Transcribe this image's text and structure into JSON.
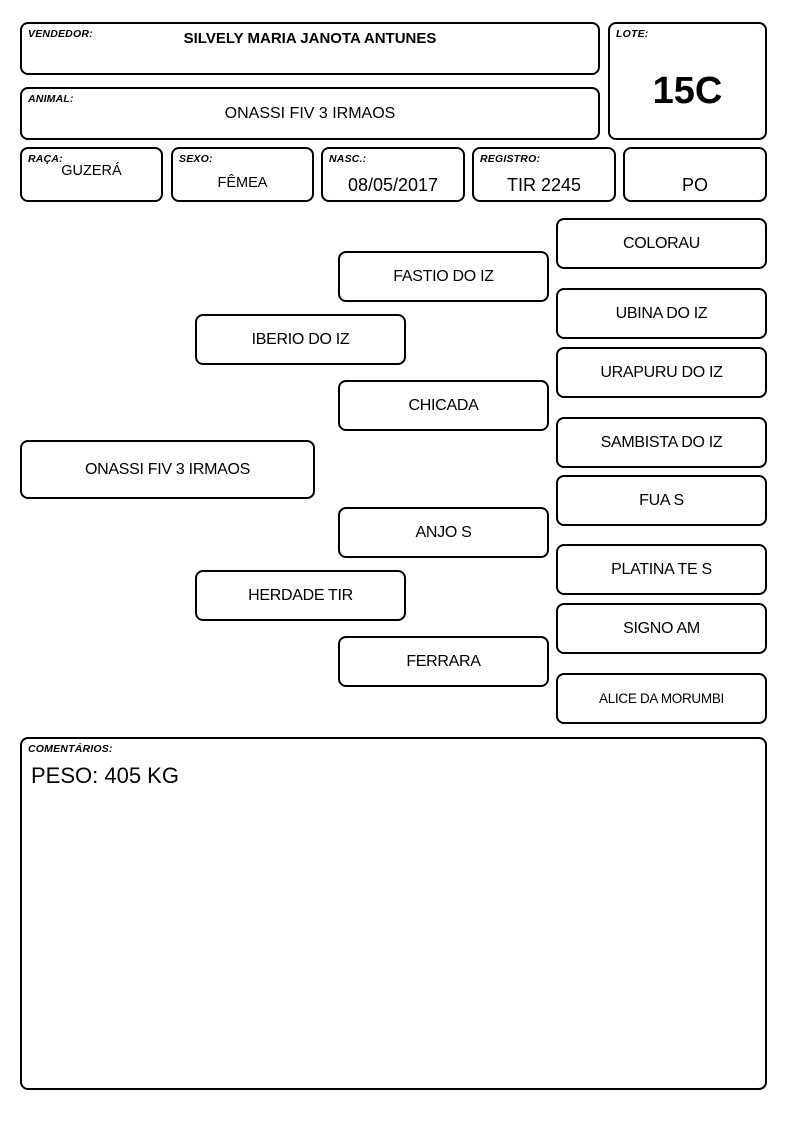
{
  "header": {
    "vendedor_label": "VENDEDOR:",
    "vendedor": "SILVELY MARIA JANOTA ANTUNES",
    "animal_label": "ANIMAL:",
    "animal": "ONASSI FIV 3 IRMAOS",
    "lote_label": "LOTE:",
    "lote": "15C"
  },
  "fields": {
    "raca_label": "RAÇA:",
    "raca": "GUZERÁ",
    "sexo_label": "SEXO:",
    "sexo": "FÊMEA",
    "nasc_label": "NASC.:",
    "nasc": "08/05/2017",
    "registro_label": "REGISTRO:",
    "registro": "TIR 2245",
    "categoria": "PO"
  },
  "pedigree": {
    "animal": "ONASSI FIV 3 IRMAOS",
    "sire": "IBERIO DO IZ",
    "dam": "HERDADE TIR",
    "sire_sire": "FASTIO DO IZ",
    "sire_dam": "CHICADA",
    "dam_sire": "ANJO S",
    "dam_dam": "FERRARA",
    "ggp": [
      "COLORAU",
      "UBINA DO IZ",
      "URAPURU DO IZ",
      "SAMBISTA DO IZ",
      "FUA S",
      "PLATINA TE S",
      "SIGNO AM",
      "ALICE DA MORUMBI"
    ]
  },
  "comments": {
    "label": "COMENTÁRIOS:",
    "text": "PESO: 405 KG"
  }
}
